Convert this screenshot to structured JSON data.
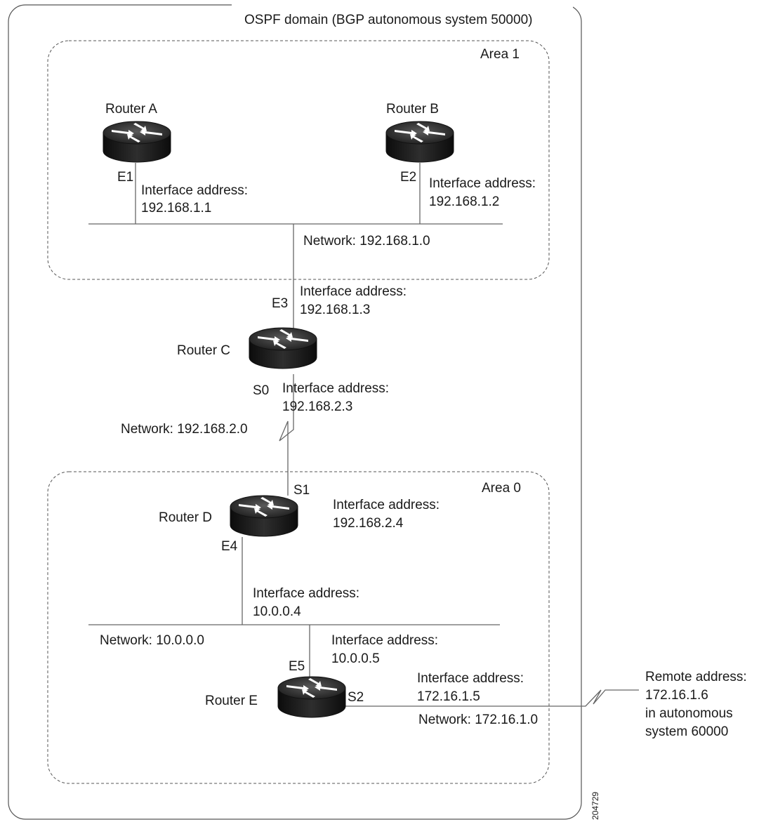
{
  "domain_title": "OSPF domain (BGP autonomous system 50000)",
  "areas": {
    "area1": "Area 1",
    "area0": "Area 0"
  },
  "routers": {
    "a": "Router A",
    "b": "Router B",
    "c": "Router C",
    "d": "Router D",
    "e": "Router E"
  },
  "interfaces": {
    "e1": {
      "name": "E1",
      "heading": "Interface address:",
      "address": "192.168.1.1"
    },
    "e2": {
      "name": "E2",
      "heading": "Interface address:",
      "address": "192.168.1.2"
    },
    "e3": {
      "name": "E3",
      "heading": "Interface address:",
      "address": "192.168.1.3"
    },
    "s0": {
      "name": "S0",
      "heading": "Interface address:",
      "address": "192.168.2.3"
    },
    "s1": {
      "name": "S1",
      "heading": "Interface address:",
      "address": "192.168.2.4"
    },
    "e4": {
      "name": "E4",
      "heading": "Interface address:",
      "address": "10.0.0.4"
    },
    "e5": {
      "name": "E5",
      "heading": "Interface address:",
      "address": "10.0.0.5"
    },
    "s2": {
      "name": "S2",
      "heading": "Interface address:",
      "address": "172.16.1.5"
    }
  },
  "networks": {
    "n1": "Network: 192.168.1.0",
    "n2": "Network: 192.168.2.0",
    "n3": "Network: 10.0.0.0",
    "n4": "Network: 172.16.1.0"
  },
  "remote": {
    "line1": "Remote address:",
    "line2": "172.16.1.6",
    "line3": "in autonomous",
    "line4": "system 60000"
  },
  "figure_id": "204729"
}
